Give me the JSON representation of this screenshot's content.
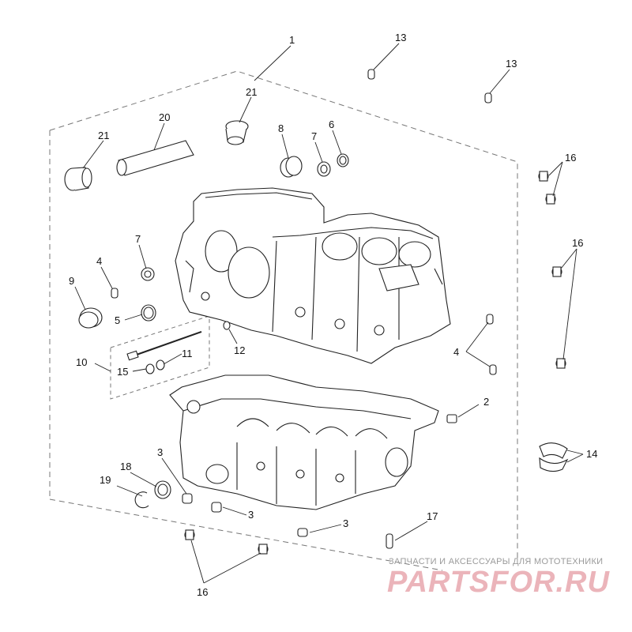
{
  "diagram": {
    "callouts": [
      {
        "id": "c1",
        "label": "1"
      },
      {
        "id": "c13a",
        "label": "13"
      },
      {
        "id": "c13b",
        "label": "13"
      },
      {
        "id": "c21a",
        "label": "21"
      },
      {
        "id": "c20",
        "label": "20"
      },
      {
        "id": "c21b",
        "label": "21"
      },
      {
        "id": "c8",
        "label": "8"
      },
      {
        "id": "c7a",
        "label": "7"
      },
      {
        "id": "c6",
        "label": "6"
      },
      {
        "id": "c16a",
        "label": "16"
      },
      {
        "id": "c16b",
        "label": "16"
      },
      {
        "id": "c7b",
        "label": "7"
      },
      {
        "id": "c4a",
        "label": "4"
      },
      {
        "id": "c9",
        "label": "9"
      },
      {
        "id": "c5",
        "label": "5"
      },
      {
        "id": "c12",
        "label": "12"
      },
      {
        "id": "c4b",
        "label": "4"
      },
      {
        "id": "c10",
        "label": "10"
      },
      {
        "id": "c11",
        "label": "11"
      },
      {
        "id": "c15",
        "label": "15"
      },
      {
        "id": "c2",
        "label": "2"
      },
      {
        "id": "c14",
        "label": "14"
      },
      {
        "id": "c3a",
        "label": "3"
      },
      {
        "id": "c18",
        "label": "18"
      },
      {
        "id": "c19",
        "label": "19"
      },
      {
        "id": "c3b",
        "label": "3"
      },
      {
        "id": "c3c",
        "label": "3"
      },
      {
        "id": "c17",
        "label": "17"
      },
      {
        "id": "c16c",
        "label": "16"
      }
    ]
  },
  "watermark": {
    "tagline": "ЗАПЧАСТИ И АКСЕССУАРЫ ДЛЯ МОТОТЕХНИКИ",
    "logo": "PARTSFOR.RU"
  }
}
